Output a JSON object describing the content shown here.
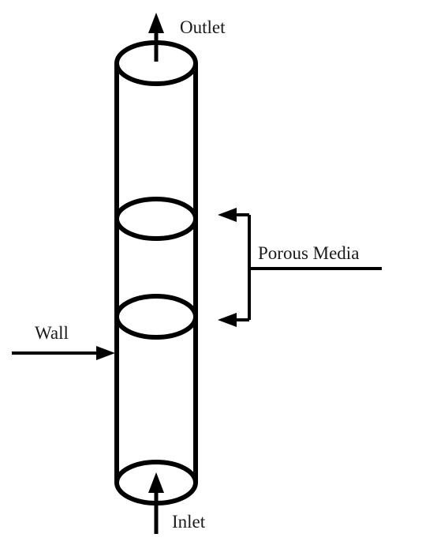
{
  "labels": {
    "outlet": "Outlet",
    "porous_media": "Porous Media",
    "wall": "Wall",
    "inlet": "Inlet"
  },
  "colors": {
    "stroke": "#000000",
    "text": "#1a1a1a",
    "background": "#ffffff"
  }
}
